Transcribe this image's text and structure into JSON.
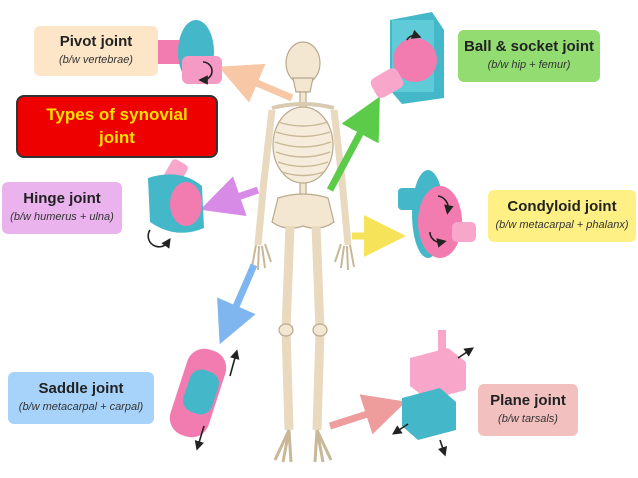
{
  "title": "Types of synovial joint",
  "joints": [
    {
      "name": "Pivot joint",
      "detail": "(b/w vertebrae)",
      "color": "#fde5c8"
    },
    {
      "name": "Ball & socket joint",
      "detail": "(b/w hip + femur)",
      "color": "#92dc72"
    },
    {
      "name": "Hinge joint",
      "detail": "(b/w humerus + ulna)",
      "color": "#eab3ee"
    },
    {
      "name": "Condyloid joint",
      "detail": "(b/w metacarpal + phalanx)",
      "color": "#fff085"
    },
    {
      "name": "Saddle joint",
      "detail": "(b/w metacarpal + carpal)",
      "color": "#a7d3fb"
    },
    {
      "name": "Plane joint",
      "detail": "(b/w tarsals)",
      "color": "#f3c0c0"
    }
  ],
  "colors": {
    "bone": "#f3e7d2",
    "bone_outline": "#b9a98c",
    "cyan": "#44b8c9",
    "pink": "#f27cb0",
    "title_bg": "#ee0000",
    "title_text": "#ffe000"
  }
}
